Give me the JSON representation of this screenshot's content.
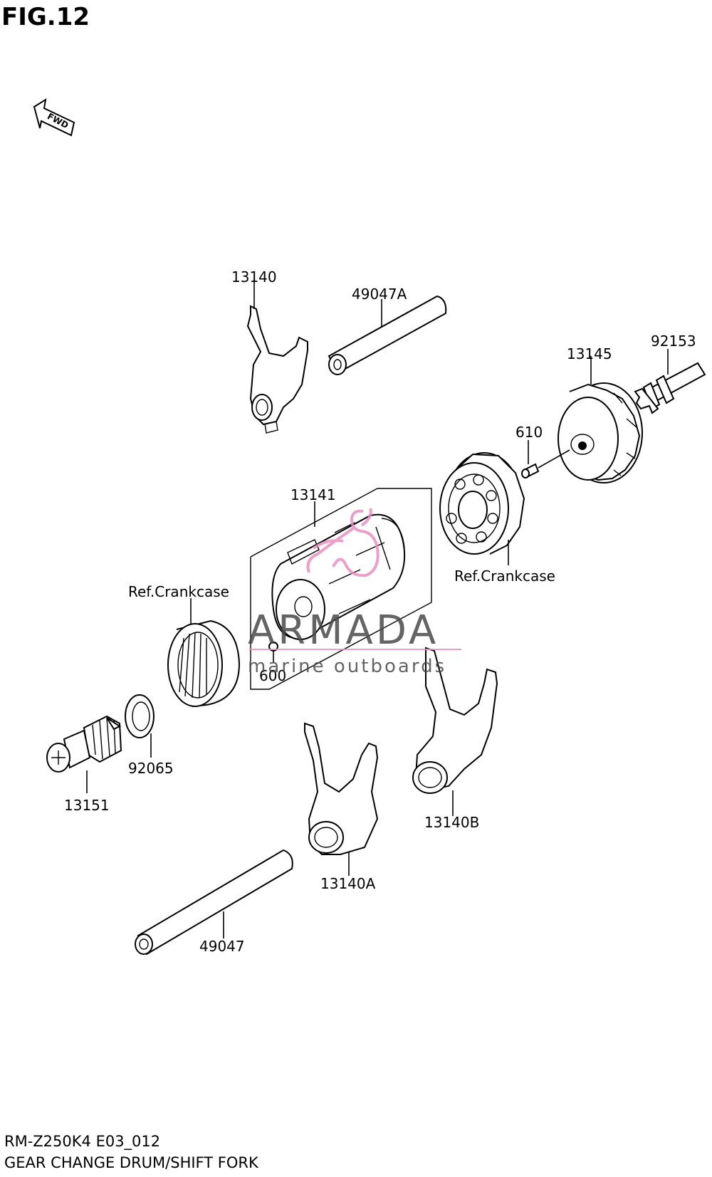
{
  "figure_title": "FIG.12",
  "fwd_label": "FWD",
  "parts": {
    "p13140": "13140",
    "p49047A": "49047A",
    "p13145": "13145",
    "p92153": "92153",
    "p610": "610",
    "p13141": "13141",
    "ref_crankcase_right": "Ref.Crankcase",
    "ref_crankcase_left": "Ref.Crankcase",
    "p600": "600",
    "p92065": "92065",
    "p13151": "13151",
    "p13140B": "13140B",
    "p13140A": "13140A",
    "p49047": "49047"
  },
  "watermark": {
    "brand": "ARMADA",
    "tagline": "marine outboards",
    "color": "#e88fc0"
  },
  "footer": {
    "model_code": "RM-Z250K4 E03_012",
    "section_title": "GEAR CHANGE DRUM/SHIFT FORK"
  }
}
